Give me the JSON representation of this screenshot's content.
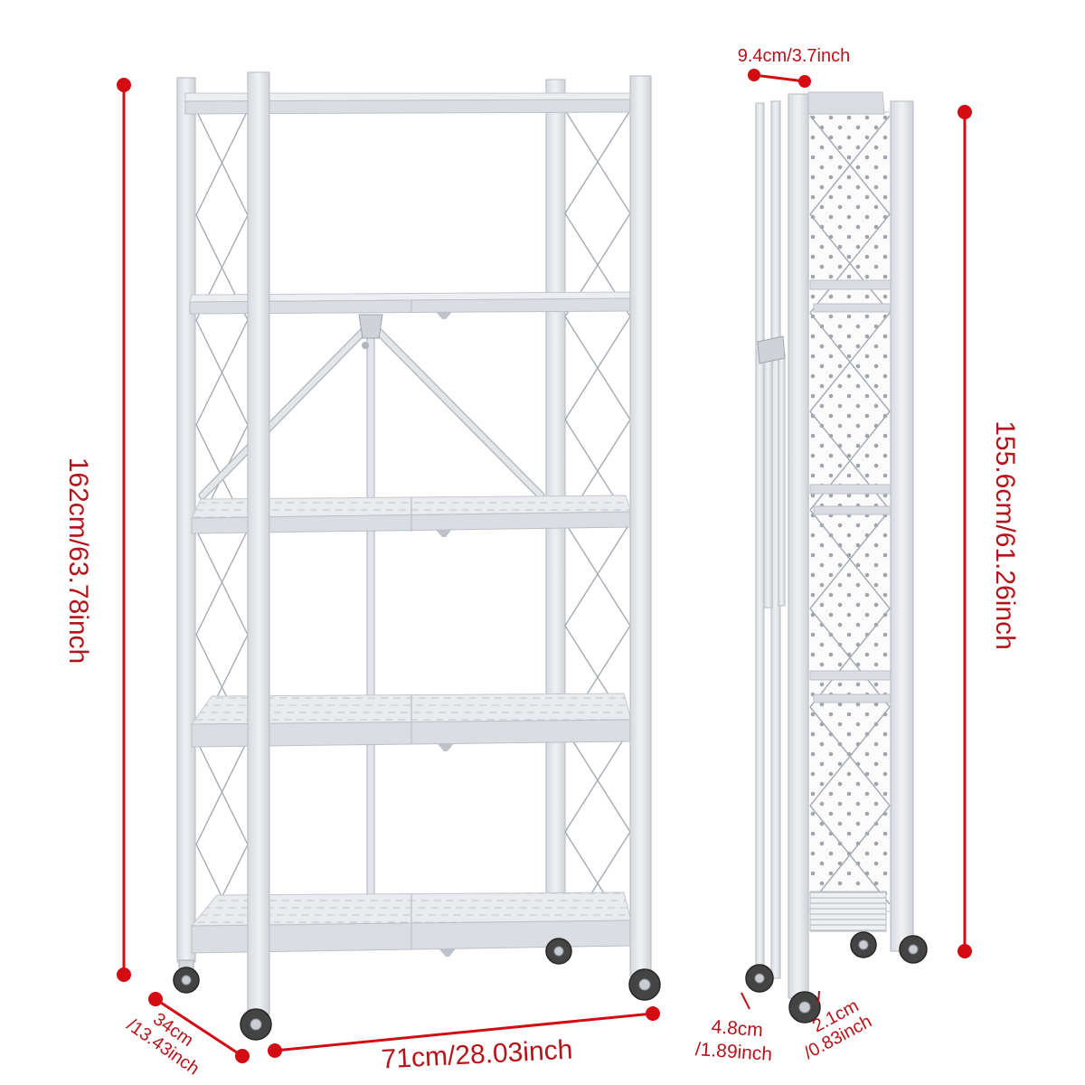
{
  "dimensions": {
    "assembled_height": "162cm/63.78inch",
    "folded_height": "155.6cm/61.26inch",
    "width": "71cm/28.03inch",
    "depth": {
      "line1": "34cm",
      "line2": "/13.43inch"
    },
    "folded_thickness": "9.4cm/3.7inch",
    "caster_a": {
      "line1": "4.8cm",
      "line2": "/1.89inch"
    },
    "caster_b": {
      "line1": "2.1cm",
      "line2": "/0.83inch"
    }
  },
  "colors": {
    "dimension_line": "#d20c12",
    "dimension_text": "#b5141a",
    "caster": "#444444",
    "background": "#ffffff"
  }
}
